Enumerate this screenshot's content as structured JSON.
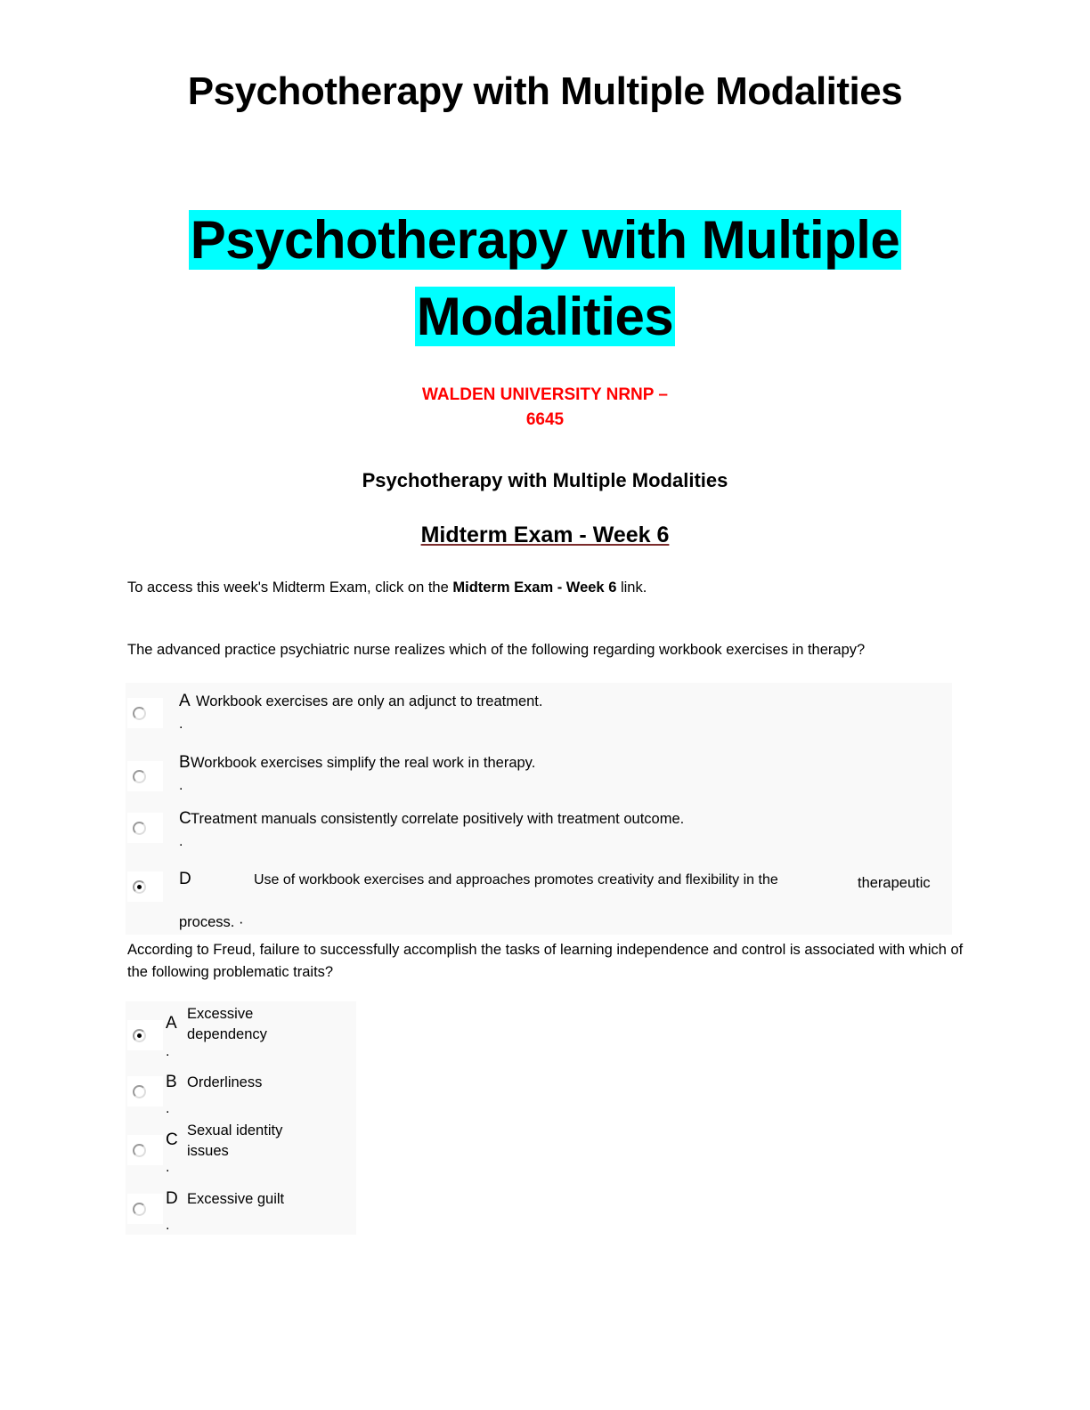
{
  "title": "Psychotherapy with Multiple Modalities",
  "highlight_title": {
    "line1": "Psychotherapy with Multiple",
    "line2": "Modalities",
    "color": "#00ffff"
  },
  "university": {
    "line1": "WALDEN UNIVERSITY NRNP –",
    "line2": "6645",
    "color": "#ff0000"
  },
  "subtitle": "Psychotherapy with Multiple Modalities",
  "exam_heading": "Midterm Exam - Week 6",
  "intro": {
    "before": "To access this week's Midterm Exam, click on the ",
    "bold": "Midterm Exam - Week 6",
    "after": " link."
  },
  "questions": [
    {
      "text": "The advanced practice psychiatric nurse realizes which of the following regarding workbook exercises in therapy?",
      "options": [
        {
          "letter": "A",
          "text": "Workbook exercises are only an adjunct to treatment.",
          "selected": false
        },
        {
          "letter": "B",
          "text": "Workbook exercises simplify the real work in therapy.",
          "selected": false
        },
        {
          "letter": "C",
          "text": "Treatment manuals consistently correlate positively with treatment outcome.",
          "selected": false
        },
        {
          "letter": "D",
          "text": "Use of workbook exercises and approaches promotes creativity and flexibility in the",
          "text_tail": "therapeutic",
          "text_line2": "process. ·",
          "selected": true
        }
      ]
    },
    {
      "text": "According to Freud, failure to successfully accomplish the tasks of learning independence and control is associated with which of the following problematic traits?",
      "options": [
        {
          "letter": "A",
          "text": "Excessive",
          "text2": "dependency",
          "selected": true
        },
        {
          "letter": "B",
          "text": "Orderliness",
          "selected": false
        },
        {
          "letter": "C",
          "text": "Sexual identity",
          "text2": "issues",
          "selected": false
        },
        {
          "letter": "D",
          "text": "Excessive guilt",
          "selected": false
        }
      ]
    }
  ],
  "option_dot": "."
}
